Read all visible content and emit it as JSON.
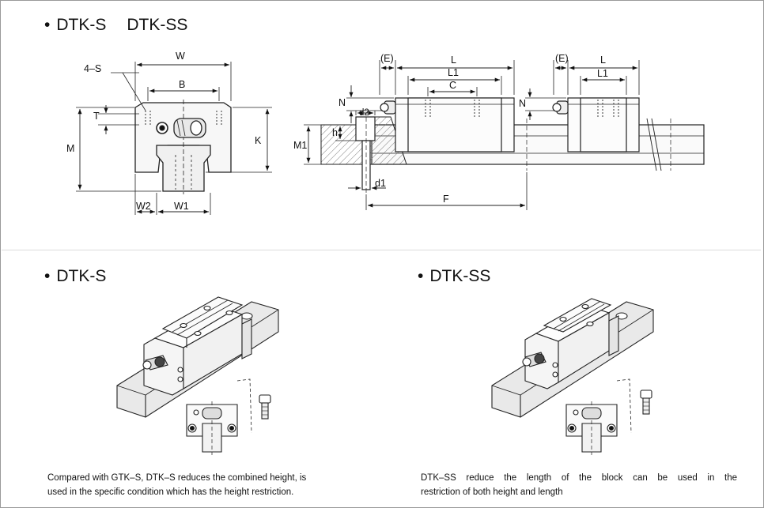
{
  "top": {
    "bullet": "•",
    "title_a": "DTK-S",
    "title_b": "DTK-SS"
  },
  "dims": {
    "four_s": "4–S",
    "W": "W",
    "B": "B",
    "T": "T",
    "M": "M",
    "K": "K",
    "W2": "W2",
    "W1": "W1",
    "E": "(E)",
    "L": "L",
    "L1": "L1",
    "C": "C",
    "N": "N",
    "d2": "d2",
    "h": "h",
    "M1": "M1",
    "d1": "d1",
    "F": "F",
    "E2": "(E)",
    "L_2": "L",
    "L1_2": "L1",
    "N_2": "N"
  },
  "left_panel": {
    "bullet": "•",
    "title": "DTK-S",
    "description_line1": "Compared with GTK–S, DTK–S reduces the combined height, is",
    "description_line2": "used in the specific condition which has the height restriction."
  },
  "right_panel": {
    "bullet": "•",
    "title": "DTK-SS",
    "description_line1": "DTK–SS reduce the length of the block can be used in the",
    "description_line2": "restriction of both height and length"
  }
}
